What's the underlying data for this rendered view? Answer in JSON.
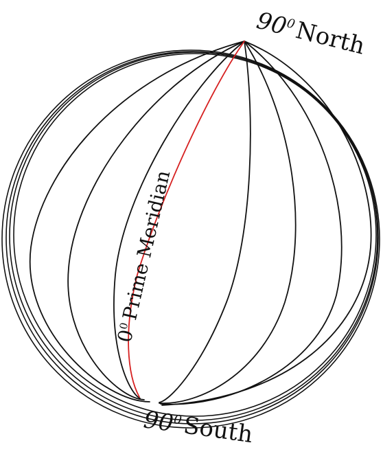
{
  "north_pole": {
    "degree": "90",
    "mark": "0",
    "name": "North"
  },
  "south_pole": {
    "degree": "90",
    "mark": "0",
    "name": "South"
  },
  "prime_meridian": {
    "degree": "0",
    "mark": "0",
    "name": "Prime Meridian"
  },
  "colors": {
    "meridian": "#111111",
    "prime_meridian": "#d62020",
    "background": "#ffffff"
  }
}
